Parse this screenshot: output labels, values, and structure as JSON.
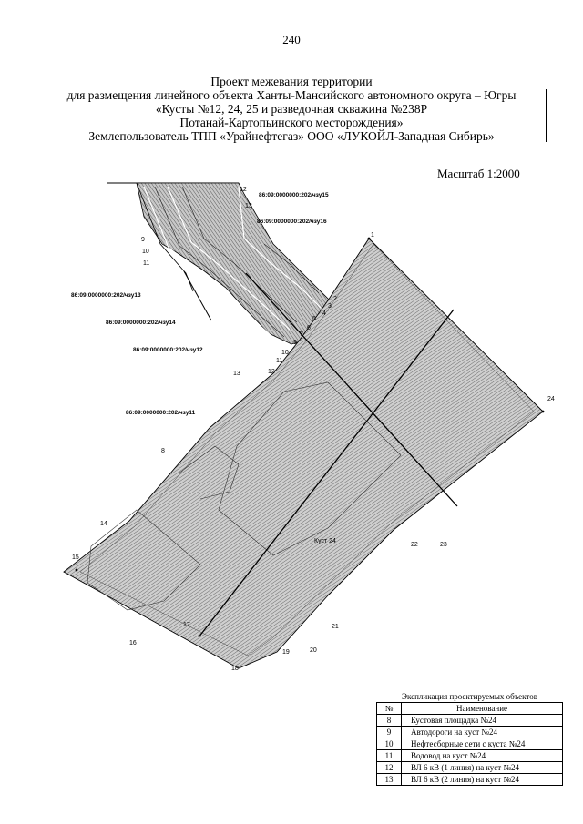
{
  "page_number": "240",
  "title_lines": [
    "Проект межевания территории",
    "для размещения линейного объекта Ханты-Мансийского автономного округа – Югры",
    "«Кусты №12, 24, 25  и разведочная скважина №238Р",
    "Потанай-Картопьинского месторождения»",
    "Землепользователь ТПП «Урайнефтегаз» ООО «ЛУКОЙЛ-Западная Сибирь»"
  ],
  "scale": "Масштаб 1:2000",
  "cadastral_labels": [
    "86:09:0000000:202/чзу15",
    "86:09:0000000:202/чзу16",
    "86:09:0000000:202/чзу13",
    "86:09:0000000:202/чзу14",
    "86:09:0000000:202/чзу12",
    "86:09:0000000:202/чзу11"
  ],
  "pad_label": "Куст 24",
  "boundary_points": [
    "1",
    "2",
    "3",
    "4",
    "5",
    "6",
    "7",
    "8",
    "9",
    "10",
    "11",
    "12",
    "13",
    "14",
    "15",
    "16",
    "17",
    "18",
    "19",
    "20",
    "21",
    "22",
    "23",
    "24"
  ],
  "corridor_labels": [
    "12",
    "13",
    "9",
    "10",
    "11"
  ],
  "explication": {
    "caption": "Экспликация проектируемых объектов",
    "col_no": "№",
    "col_name": "Наименование",
    "rows": [
      {
        "no": "8",
        "name": "Кустовая площадка №24"
      },
      {
        "no": "9",
        "name": "Автодороги на куст №24"
      },
      {
        "no": "10",
        "name": "Нефтесборные сети с куста №24"
      },
      {
        "no": "11",
        "name": "Водовод на куст №24"
      },
      {
        "no": "12",
        "name": "ВЛ 6 кВ (1 линия) на куст №24"
      },
      {
        "no": "13",
        "name": "ВЛ 6 кВ (2 линия) на куст №24"
      }
    ]
  }
}
